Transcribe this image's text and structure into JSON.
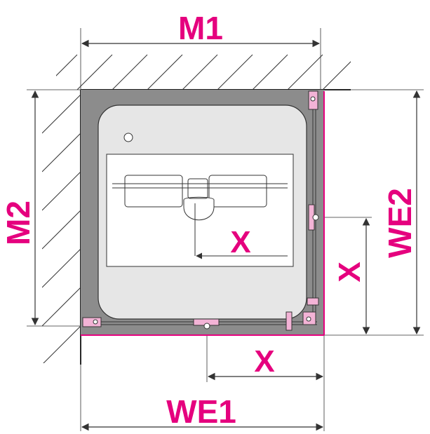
{
  "colors": {
    "accent": "#e5007e",
    "line": "#333333",
    "tray_fill": "#8c8c8c",
    "tray_inner": "#e6e6e6",
    "white": "#ffffff"
  },
  "labels": {
    "m1": "M1",
    "m2": "M2",
    "we1": "WE1",
    "we2": "WE2",
    "x_bottom": "X",
    "x_right": "X",
    "x_inner": "X"
  },
  "icons": [
    "hatched-wall-icon",
    "hinge-icon",
    "drain-icon",
    "door-handle-icon"
  ]
}
